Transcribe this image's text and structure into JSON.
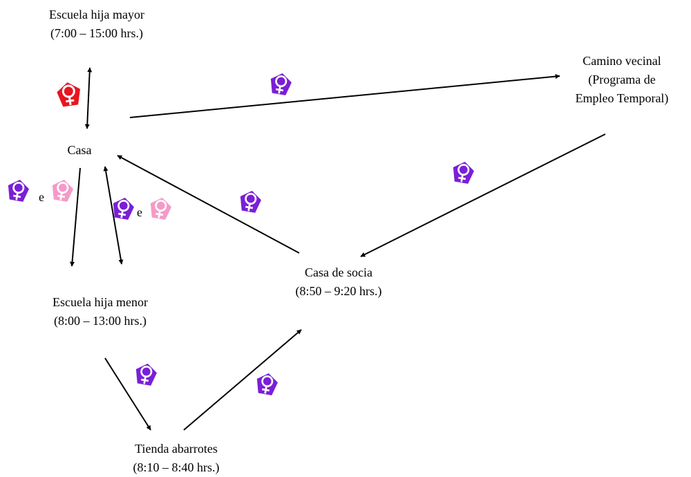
{
  "colors": {
    "arrow": "#000000",
    "woman_red": "#e8141e",
    "woman_purple": "#7a1fd6",
    "woman_pink": "#f59ac8"
  },
  "icon": "female-symbol-icon",
  "nodes": {
    "escuela_mayor": {
      "name": "Escuela hija mayor",
      "time": "(7:00 – 15:00 hrs.)"
    },
    "casa": {
      "name": "Casa"
    },
    "camino": {
      "line1": "Camino vecinal",
      "line2": "(Programa de",
      "line3": "Empleo Temporal)"
    },
    "escuela_menor": {
      "name": "Escuela hija menor",
      "time": "(8:00 – 13:00 hrs.)"
    },
    "casa_socia": {
      "name": "Casa de socia",
      "time": "(8:50 – 9:20 hrs.)"
    },
    "tienda": {
      "name": "Tienda abarrotes",
      "time": "(8:10 – 8:40 hrs.)"
    }
  },
  "connector": "e"
}
